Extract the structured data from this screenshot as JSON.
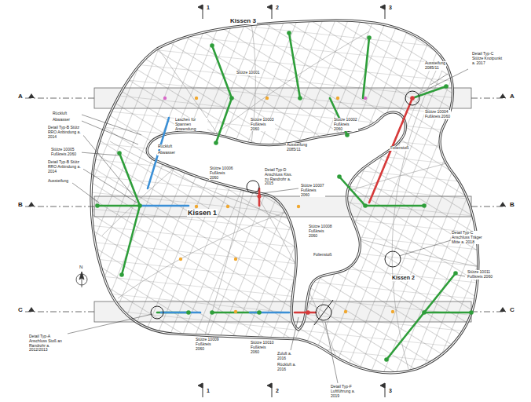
{
  "diagram": {
    "labels": [
      "Kissen 3",
      "Kissen 1",
      "Kissen 2",
      "Stütze 10001",
      "Aussteifung 2085/11",
      "Detail Typ-C Stütze Knotpunkt a. 2017",
      "Stütze 10004 Fußkreis 2060",
      "Stütze 10003 Fußkreis 2060",
      "Stütze 10002 Fußkreis 2060",
      "Aussteifung 2085/11",
      "Folienstoß",
      "Laschen für Spannen Anwendung",
      "Rückluft",
      "Abwasser",
      "Detail Typ-B Stütz RRO Anbindung a. 2014",
      "Stütze 10005 Fußkreis 2060",
      "Detail Typ-B Stütz RRO Anbindung a. 2014",
      "Aussteifung",
      "Rückluft",
      "Abwasser",
      "Stütze 10006 Fußkreis 2060",
      "Detail Typ-D Anschluss Kiss. zu Randrohr a. 2015",
      "Stütze 10007 Fußkreis 2060",
      "Stütze 10008 Fußkreis 2060",
      "Detail Typ-C Anschluss Träger Mitte a. 2018",
      "Folienstoß",
      "Stütze 10011 Fußkreis 2060",
      "Stütze 10009 Fußkreis 2060",
      "Stütze 10010 Fußkreis 2060",
      "Zuluft a. 2016",
      "Rückluft a. 2016",
      "Detail Typ-F Luftführung a. 2019",
      "Detail Typ-A Anschluss Stoß an Randrohr a. 2012/2013",
      "A",
      "A",
      "B",
      "B",
      "C",
      "C",
      "1",
      "2",
      "3",
      "1",
      "2",
      "3",
      "N"
    ]
  }
}
